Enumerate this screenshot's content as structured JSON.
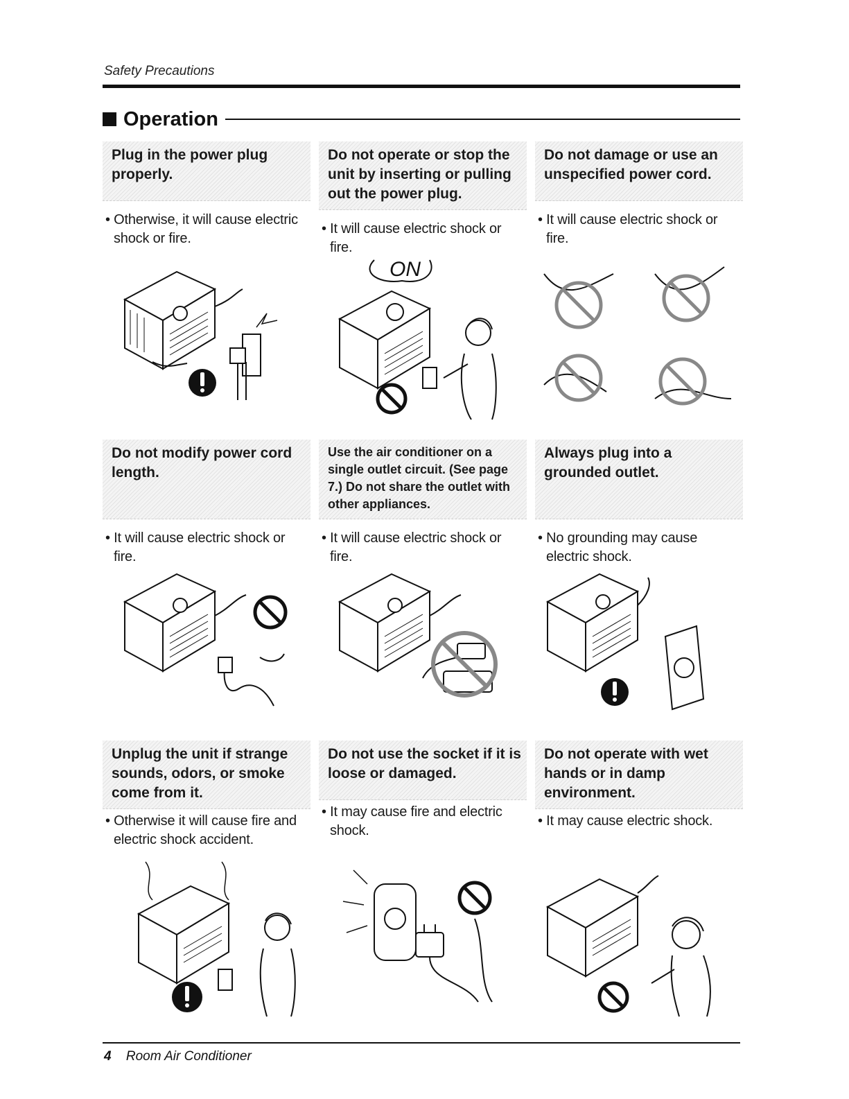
{
  "header": {
    "title": "Safety Precautions"
  },
  "section": {
    "title": "Operation"
  },
  "items": [
    {
      "warning": "Plug in the power plug properly.",
      "description": "• Otherwise, it will cause electric shock or fire."
    },
    {
      "warning": "Do not operate or stop the unit by inserting or pulling out the power plug.",
      "description": "• It will cause electric shock or fire.",
      "bubble": "ON"
    },
    {
      "warning": "Do not damage or use an unspecified power cord.",
      "description": "• It will cause electric shock or fire."
    },
    {
      "warning": "Do not modify power cord length.",
      "description": "• It will cause electric shock or fire."
    },
    {
      "warning": "Use the air conditioner on a single outlet circuit. (See page 7.) Do not share the outlet with other appliances.",
      "description": "• It will cause electric shock or fire."
    },
    {
      "warning": "Always plug into a grounded outlet.",
      "description": "• No grounding may cause electric shock."
    },
    {
      "warning": "Unplug the unit if strange sounds, odors, or smoke come from it.",
      "description": "• Otherwise it will cause fire and electric shock accident."
    },
    {
      "warning": "Do not use the socket if it is loose or damaged.",
      "description": "• It may cause fire and electric shock."
    },
    {
      "warning": "Do not operate with wet hands or in damp environment.",
      "description": "• It may cause electric shock."
    }
  ],
  "footer": {
    "page_number": "4",
    "title": "Room Air Conditioner"
  }
}
